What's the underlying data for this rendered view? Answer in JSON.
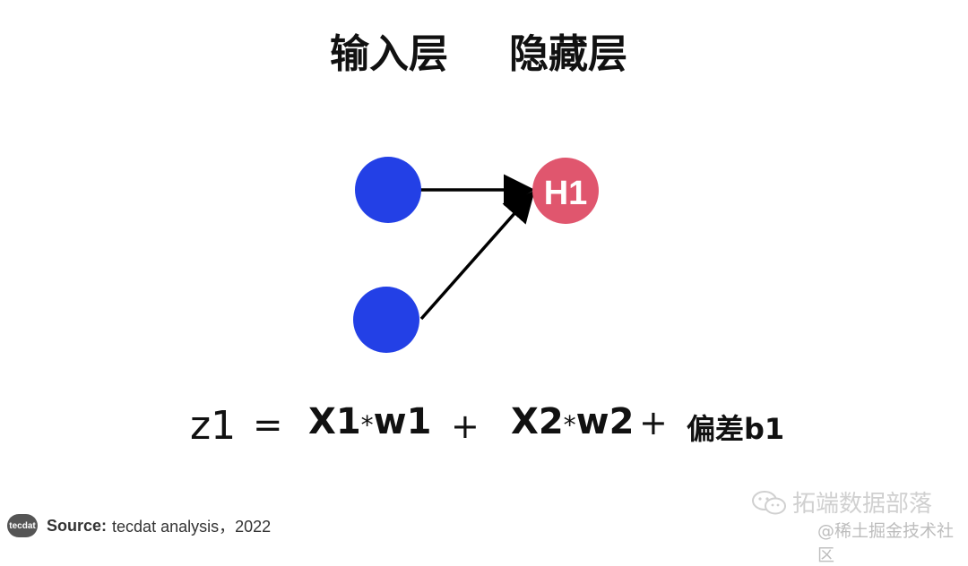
{
  "titles": {
    "input_layer": "输入层",
    "hidden_layer": "隐藏层"
  },
  "nodes": {
    "hidden_label": "H1"
  },
  "colors": {
    "input_node": "#2340e6",
    "hidden_node": "#e0566e",
    "arrow": "#000000"
  },
  "equation": {
    "lhs": "z1",
    "equals": "=",
    "term1_var": "X1",
    "term1_op": "*",
    "term1_weight": "w1",
    "plus1": "+",
    "term2_var": "X2",
    "term2_op": "*",
    "term2_weight": "w2",
    "plus2": "+",
    "bias": "偏差b1"
  },
  "footer": {
    "logo_text": "tecdat",
    "source_label": "Source:",
    "source_text": "tecdat analysis，2022"
  },
  "watermarks": {
    "wechat_account": "拓端数据部落",
    "platform": "@稀土掘金技术社区"
  }
}
